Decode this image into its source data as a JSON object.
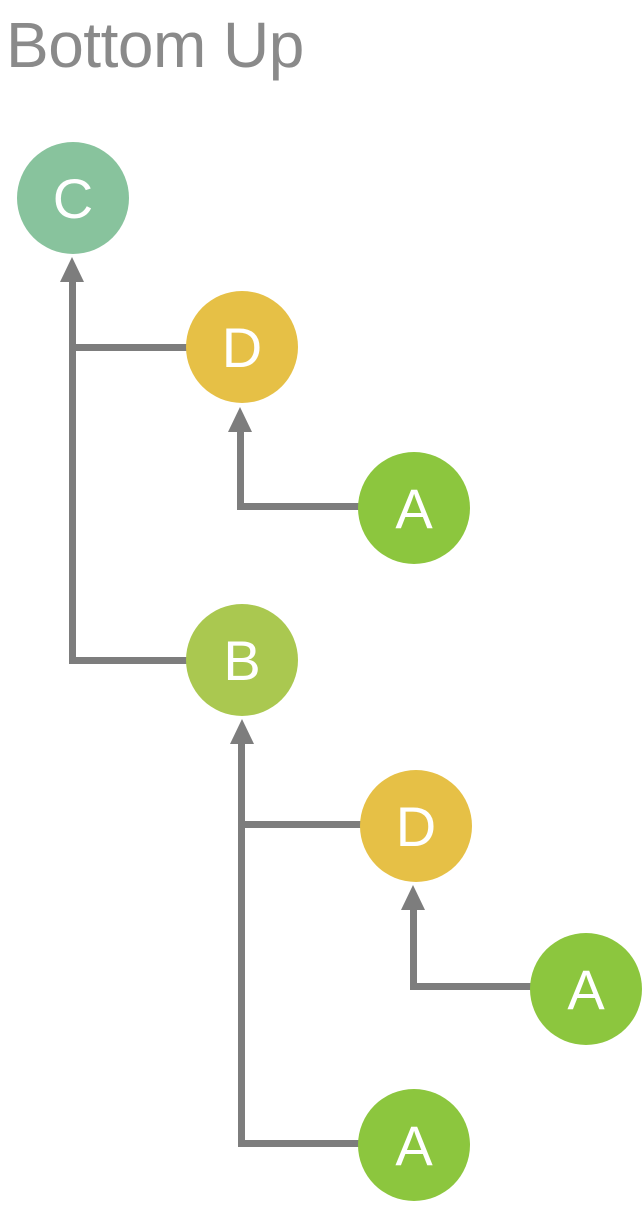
{
  "title": "Bottom Up",
  "diagram": {
    "type": "tree-bottom-up",
    "line_color": "#7d7d7d",
    "title_color": "#8a8a8a",
    "node_text_color": "#ffffff",
    "nodes": [
      {
        "id": "C",
        "label": "C",
        "color": "#88c39d"
      },
      {
        "id": "D1",
        "label": "D",
        "color": "#e6c046"
      },
      {
        "id": "A1",
        "label": "A",
        "color": "#8cc63e"
      },
      {
        "id": "B",
        "label": "B",
        "color": "#aac850"
      },
      {
        "id": "D2",
        "label": "D",
        "color": "#e6c046"
      },
      {
        "id": "A2",
        "label": "A",
        "color": "#8cc63e"
      },
      {
        "id": "A3",
        "label": "A",
        "color": "#8cc63e"
      }
    ],
    "edges": [
      {
        "from": "D1",
        "to": "C"
      },
      {
        "from": "B",
        "to": "C"
      },
      {
        "from": "A1",
        "to": "D1"
      },
      {
        "from": "D2",
        "to": "B"
      },
      {
        "from": "A3",
        "to": "B"
      },
      {
        "from": "A2",
        "to": "D2"
      }
    ]
  }
}
